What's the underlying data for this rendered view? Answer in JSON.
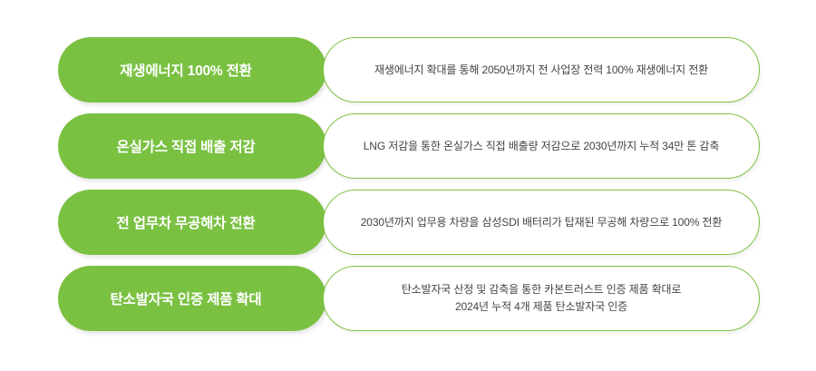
{
  "theme": {
    "green": "#7ac142",
    "border_green": "#7dc242",
    "label_text_color": "#ffffff",
    "desc_text_color": "#434343",
    "background": "#ffffff"
  },
  "rows": [
    {
      "label": "재생에너지 100% 전환",
      "description": "재생에너지 확대를 통해 2050년까지 전 사업장 전력 100% 재생에너지 전환"
    },
    {
      "label": "온실가스 직접 배출 저감",
      "description": "LNG 저감을 통한 온실가스 직접 배출량 저감으로 2030년까지 누적 34만 톤 감축"
    },
    {
      "label": "전 업무차 무공해차 전환",
      "description": "2030년까지 업무용 차량을 삼성SDI 배터리가 탑재된 무공해 차량으로 100% 전환"
    },
    {
      "label": "탄소발자국 인증 제품 확대",
      "description": "탄소발자국 산정 및 감축을 통한 카본트러스트 인증 제품 확대로\n2024년 누적 4개 제품 탄소발자국 인증"
    }
  ]
}
